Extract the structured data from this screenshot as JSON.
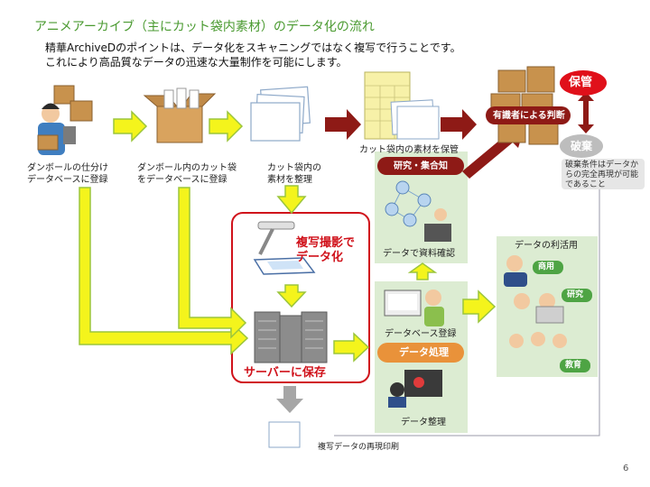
{
  "title": "アニメアーカイブ（主にカット袋内素材）のデータ化の流れ",
  "intro": {
    "line1": "精華ArchiveDのポイントは、データ化をスキャニングではなく複写で行うことです。",
    "line2": "これにより高品質なデータの迅速な大量制作を可能にします。"
  },
  "steps": {
    "box_register_l1": "ダンボールの仕分け",
    "box_register_l2": "データベースに登録",
    "cutbag_register_l1": "ダンボール内のカット袋",
    "cutbag_register_l2": "をデータベースに登録",
    "material_sort_l1": "カット袋内の",
    "material_sort_l2": "素材を整理",
    "store_material": "カット袋内の素材を保管"
  },
  "research": {
    "label": "研究・集合知",
    "check": "データで資料確認"
  },
  "expert": "有識者による判断",
  "keep": "保管",
  "discard": "破棄",
  "discard_note": {
    "l1": "破棄条件はデータか",
    "l2": "らの完全再現が可能",
    "l3": "であること"
  },
  "copy_photo": {
    "l1": "複写撮影で",
    "l2": "データ化"
  },
  "server": "サーバーに保存",
  "db_register": "データベース登録",
  "data_process": "データ処理",
  "data_organize": "データ整理",
  "usage": {
    "title": "データの利活用",
    "commercial": "商用",
    "research": "研究",
    "education": "教育"
  },
  "reprint": "複写データの再現印刷",
  "page_number": "6",
  "colors": {
    "title_green": "#4a9a30",
    "arrow_yellow": "#f4f41c",
    "arrow_border": "#9bc53c",
    "dark_red": "#8e1a16",
    "red": "#d0121b",
    "orange": "#e9923a",
    "panel_green": "#dcecd2",
    "gray": "#a6a6a6"
  }
}
